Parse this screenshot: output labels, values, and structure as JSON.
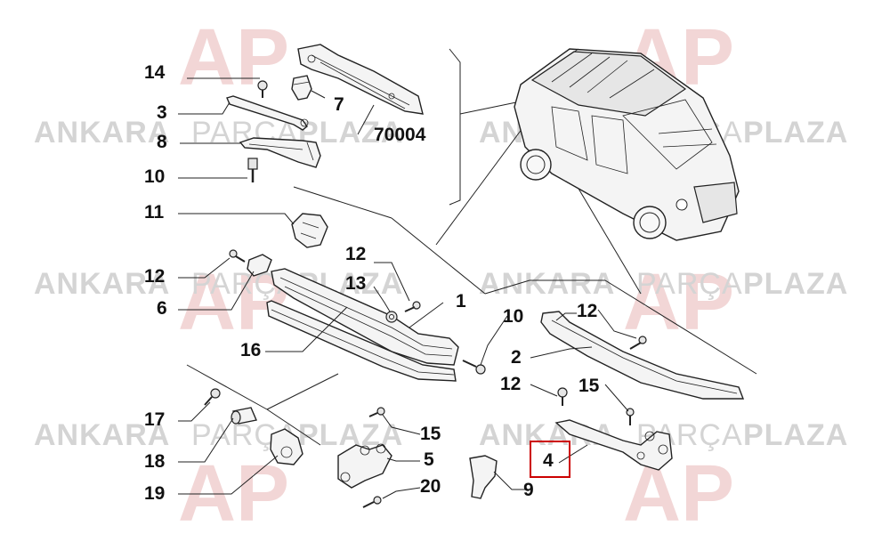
{
  "watermark": {
    "brand_left": "ANKARA",
    "brand_mid": "PARÇA",
    "brand_right": "PLAZA",
    "logo_text": "AP",
    "color": "#cfcfcf",
    "logo_color": "#f2d6d6"
  },
  "callouts": {
    "n1": "1",
    "n2": "2",
    "n3": "3",
    "n4": "4",
    "n5": "5",
    "n6": "6",
    "n7": "7",
    "n8": "8",
    "n9": "9",
    "n10a": "10",
    "n10b": "10",
    "n11": "11",
    "n12a": "12",
    "n12b": "12",
    "n12c": "12",
    "n12d": "12",
    "n13": "13",
    "n14": "14",
    "n15a": "15",
    "n15b": "15",
    "n16": "16",
    "n17": "17",
    "n18": "18",
    "n19": "19",
    "n20": "20",
    "ref": "70004"
  },
  "highlight": {
    "label": "4",
    "color": "#cc0000"
  }
}
